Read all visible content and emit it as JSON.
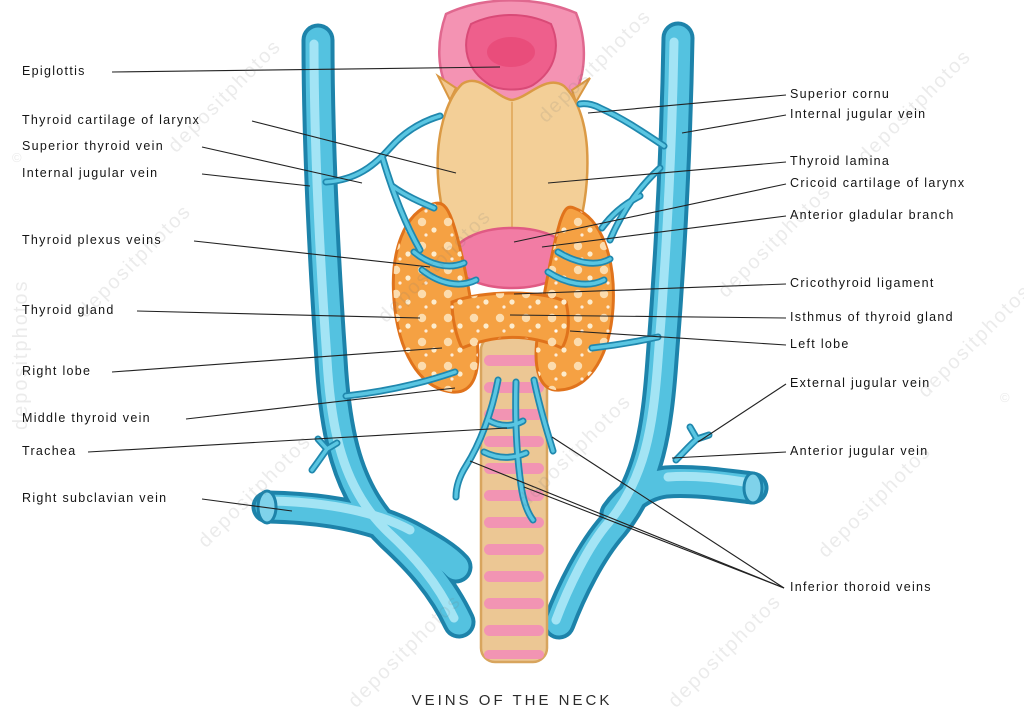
{
  "title": "VEINS OF THE NECK",
  "watermark": {
    "text": "depositphotos",
    "symbol": "©"
  },
  "labels": {
    "left": [
      {
        "text": "Epiglottis"
      },
      {
        "text": "Thyroid cartilage of larynx"
      },
      {
        "text": "Superior thyroid vein"
      },
      {
        "text": "Internal jugular vein"
      },
      {
        "text": "Thyroid plexus veins"
      },
      {
        "text": "Thyroid gland"
      },
      {
        "text": "Right lobe"
      },
      {
        "text": "Middle thyroid vein"
      },
      {
        "text": "Trachea"
      },
      {
        "text": "Right subclavian vein"
      }
    ],
    "right": [
      {
        "text": "Superior cornu"
      },
      {
        "text": "Internal jugular vein"
      },
      {
        "text": "Thyroid lamina"
      },
      {
        "text": "Cricoid cartilage of larynx"
      },
      {
        "text": "Anterior gladular branch"
      },
      {
        "text": "Cricothyroid ligament"
      },
      {
        "text": "Isthmus of thyroid gland"
      },
      {
        "text": "Left lobe"
      },
      {
        "text": "External jugular vein"
      },
      {
        "text": "Anterior jugular vein"
      },
      {
        "text": "Inferior thoroid veins"
      }
    ]
  }
}
